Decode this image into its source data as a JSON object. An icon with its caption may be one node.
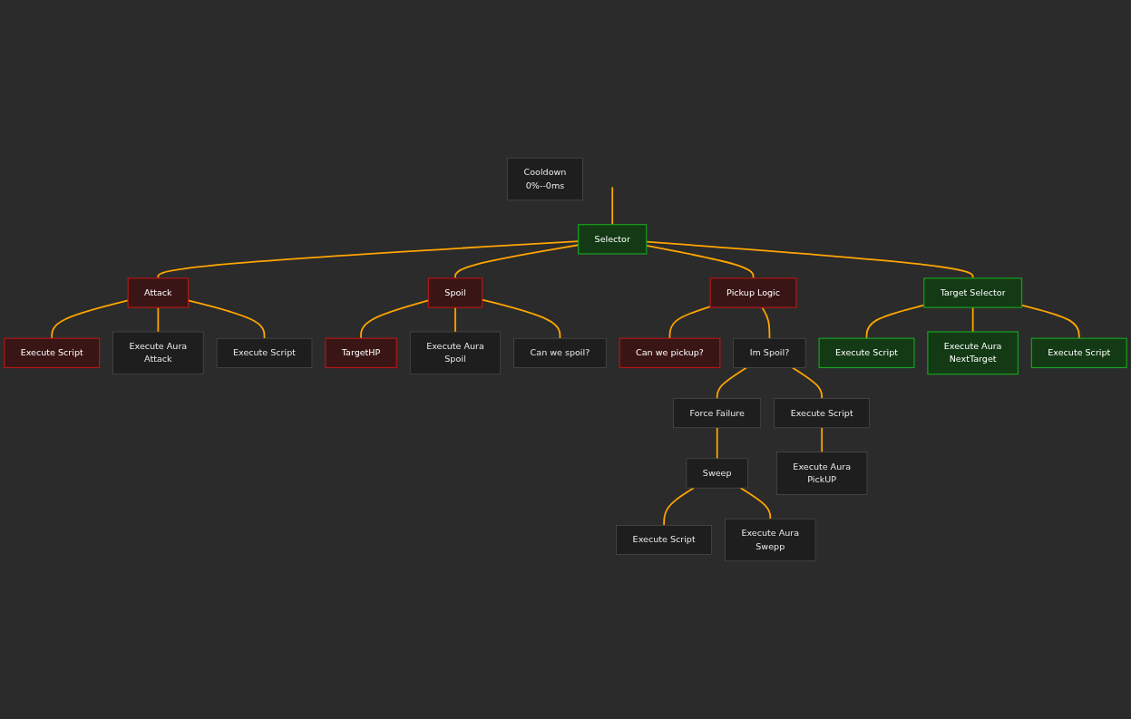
{
  "diagram": {
    "nodes": [
      {
        "text": [
          "Selector"
        ]
      },
      {
        "text": [
          "Attack"
        ]
      },
      {
        "text": [
          "Spoil"
        ]
      },
      {
        "text": [
          "Pickup Logic"
        ]
      },
      {
        "text": [
          "Target Selector"
        ]
      },
      {
        "text": [
          "Execute Script"
        ]
      },
      {
        "text": [
          "Execute Aura",
          "Attack"
        ]
      },
      {
        "text": [
          "Execute Script"
        ]
      },
      {
        "text": [
          "TargetHP"
        ]
      },
      {
        "text": [
          "Execute Aura",
          "Spoil"
        ]
      },
      {
        "text": [
          "Can we spoil?"
        ]
      },
      {
        "text": [
          "Can we pickup?"
        ]
      },
      {
        "text": [
          "Cooldown",
          "0%--0ms"
        ]
      },
      {
        "text": [
          "Im Spoil?"
        ]
      },
      {
        "text": [
          "Execute Script"
        ]
      },
      {
        "text": [
          "Execute Aura",
          "NextTarget"
        ]
      },
      {
        "text": [
          "Execute Script"
        ]
      },
      {
        "text": [
          "Force Failure"
        ]
      },
      {
        "text": [
          "Execute Script"
        ]
      },
      {
        "text": [
          "Sweep"
        ]
      },
      {
        "text": [
          "Execute Aura",
          "PickUP"
        ]
      },
      {
        "text": [
          "Execute Script"
        ]
      },
      {
        "text": [
          "Execute Aura",
          "Swepp"
        ]
      }
    ],
    "edges": [
      {
        "from": null,
        "to": 0,
        "arrow": "none"
      },
      {
        "from": 0,
        "to": 1,
        "arrow": "none"
      },
      {
        "from": 0,
        "to": 2,
        "arrow": "none"
      },
      {
        "from": 0,
        "to": 3,
        "arrow": "none"
      },
      {
        "from": 0,
        "to": 4,
        "arrow": "none"
      },
      {
        "from": 1,
        "to": 5,
        "arrow": "none"
      },
      {
        "from": 1,
        "to": 7,
        "arrow": "none"
      },
      {
        "from": 1,
        "to": 6,
        "arrow": "none"
      },
      {
        "from": 2,
        "to": 8,
        "arrow": "none"
      },
      {
        "from": 2,
        "to": 10,
        "arrow": "none"
      },
      {
        "from": 2,
        "to": 9,
        "arrow": "none"
      },
      {
        "from": 3,
        "to": 11,
        "arrow": "none"
      },
      {
        "from": 3,
        "to": 13,
        "arrow": "none"
      },
      {
        "from": 4,
        "to": 14,
        "arrow": "none"
      },
      {
        "from": 4,
        "to": 16,
        "arrow": "none"
      },
      {
        "from": 4,
        "to": 15,
        "arrow": "none"
      },
      {
        "from": 13,
        "to": 17,
        "arrow": "none"
      },
      {
        "from": 13,
        "to": 18,
        "arrow": "none"
      },
      {
        "from": 17,
        "to": 19,
        "arrow": "none"
      },
      {
        "from": 18,
        "to": 20,
        "arrow": "none"
      },
      {
        "from": 19,
        "to": 21,
        "arrow": "none"
      },
      {
        "from": 19,
        "to": 22,
        "arrow": "none"
      }
    ]
  }
}
